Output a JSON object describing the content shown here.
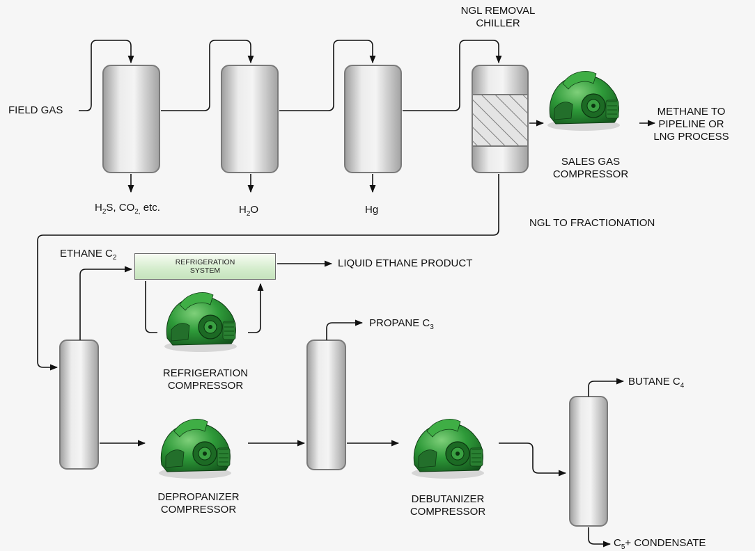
{
  "labels": {
    "field_gas": "FIELD GAS",
    "acid_gas": {
      "h": "H",
      "h_sub": "2",
      "s_co": "S, CO",
      "co_sub": "2,",
      "etc": " etc."
    },
    "water": {
      "h": "H",
      "h_sub": "2",
      "o": "O"
    },
    "mercury": "Hg",
    "ngl_removal_chiller": [
      "NGL REMOVAL",
      "CHILLER"
    ],
    "sales_gas_compressor": [
      "SALES GAS",
      "COMPRESSOR"
    ],
    "methane_output": [
      "METHANE TO",
      "PIPELINE OR",
      "LNG PROCESS"
    ],
    "ngl_to_fractionation": "NGL TO FRACTIONATION",
    "ethane": {
      "text": "ETHANE C",
      "sub": "2"
    },
    "refrigeration_system": [
      "REFRIGERATION",
      "SYSTEM"
    ],
    "liquid_ethane_product": "LIQUID ETHANE PRODUCT",
    "refrigeration_compressor": [
      "REFRIGERATION",
      "COMPRESSOR"
    ],
    "propane": {
      "text": "PROPANE C",
      "sub": "3"
    },
    "depropanizer_compressor": [
      "DEPROPANIZER",
      "COMPRESSOR"
    ],
    "debutanizer_compressor": [
      "DEBUTANIZER",
      "COMPRESSOR"
    ],
    "butane": {
      "text": "BUTANE C",
      "sub": "4"
    },
    "condensate": {
      "c": "C",
      "sub": "5",
      "text": "+ CONDENSATE"
    }
  },
  "colors": {
    "vessel_light": "#f2f2f2",
    "vessel_dark": "#9c9c9c",
    "line": "#111111",
    "compressor_green": "#2f8f3a",
    "refrigeration_box": "#d4eccc"
  },
  "icons": {
    "compressor": "green-compressor-icon",
    "vessel": "process-vessel-icon"
  }
}
